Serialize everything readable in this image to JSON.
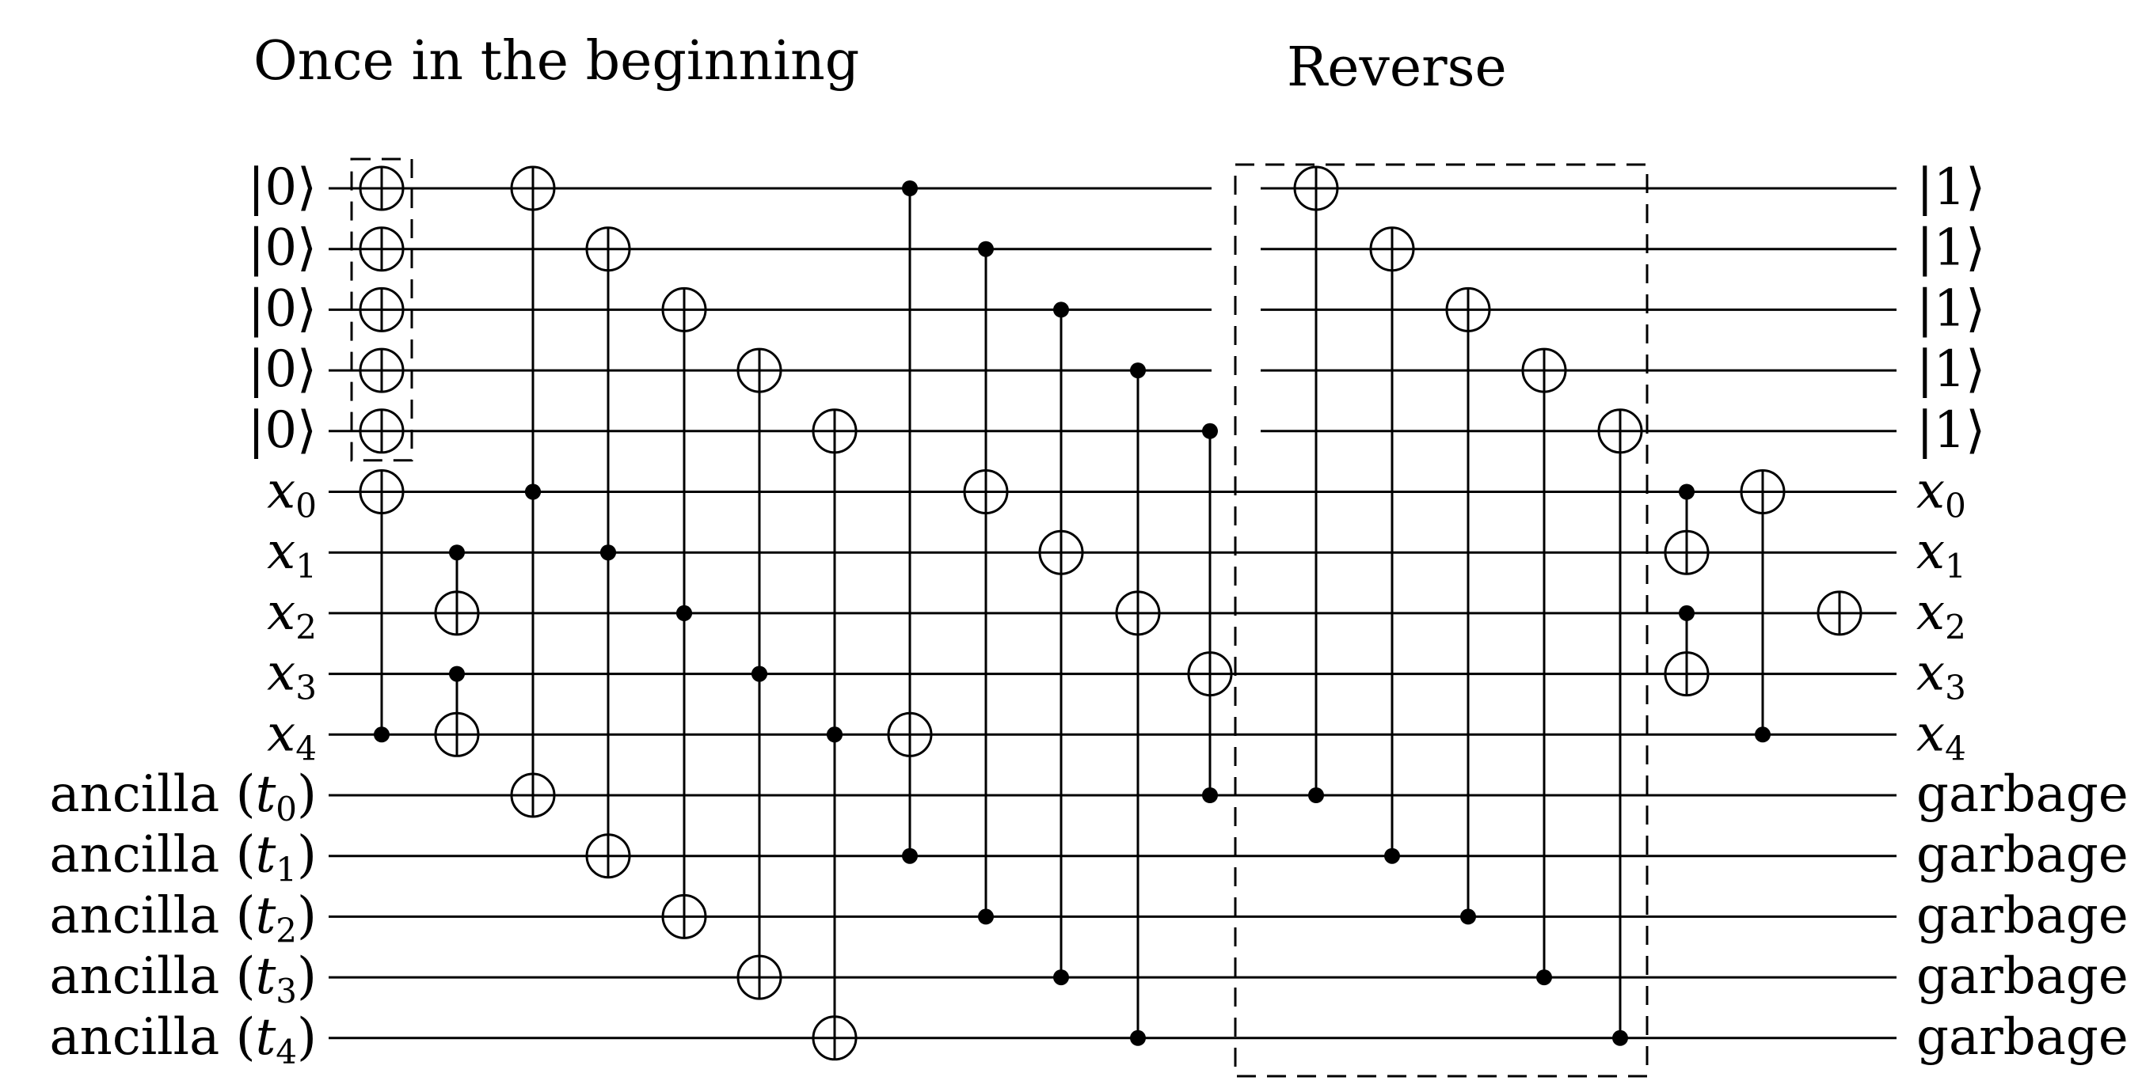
{
  "diagram": {
    "headings": {
      "left": "Once in the beginning",
      "right": "Reverse"
    },
    "wires": [
      {
        "input": {
          "label": "|0⟩",
          "kind": "ket"
        },
        "output": {
          "label": "|1⟩",
          "kind": "ket"
        }
      },
      {
        "input": {
          "label": "|0⟩",
          "kind": "ket"
        },
        "output": {
          "label": "|1⟩",
          "kind": "ket"
        }
      },
      {
        "input": {
          "label": "|0⟩",
          "kind": "ket"
        },
        "output": {
          "label": "|1⟩",
          "kind": "ket"
        }
      },
      {
        "input": {
          "label": "|0⟩",
          "kind": "ket"
        },
        "output": {
          "label": "|1⟩",
          "kind": "ket"
        }
      },
      {
        "input": {
          "label": "|0⟩",
          "kind": "ket"
        },
        "output": {
          "label": "|1⟩",
          "kind": "ket"
        }
      },
      {
        "input": {
          "label": "x0",
          "kind": "var",
          "base": "x",
          "sub": "0"
        },
        "output": {
          "label": "x0",
          "kind": "var",
          "base": "x",
          "sub": "0"
        }
      },
      {
        "input": {
          "label": "x1",
          "kind": "var",
          "base": "x",
          "sub": "1"
        },
        "output": {
          "label": "x1",
          "kind": "var",
          "base": "x",
          "sub": "1"
        }
      },
      {
        "input": {
          "label": "x2",
          "kind": "var",
          "base": "x",
          "sub": "2"
        },
        "output": {
          "label": "x2",
          "kind": "var",
          "base": "x",
          "sub": "2"
        }
      },
      {
        "input": {
          "label": "x3",
          "kind": "var",
          "base": "x",
          "sub": "3"
        },
        "output": {
          "label": "x3",
          "kind": "var",
          "base": "x",
          "sub": "3"
        }
      },
      {
        "input": {
          "label": "x4",
          "kind": "var",
          "base": "x",
          "sub": "4"
        },
        "output": {
          "label": "x4",
          "kind": "var",
          "base": "x",
          "sub": "4"
        }
      },
      {
        "input": {
          "label": "ancilla (t0)",
          "kind": "ancilla",
          "base": "t",
          "sub": "0"
        },
        "output": {
          "label": "garbage",
          "kind": "text"
        }
      },
      {
        "input": {
          "label": "ancilla (t1)",
          "kind": "ancilla",
          "base": "t",
          "sub": "1"
        },
        "output": {
          "label": "garbage",
          "kind": "text"
        }
      },
      {
        "input": {
          "label": "ancilla (t2)",
          "kind": "ancilla",
          "base": "t",
          "sub": "2"
        },
        "output": {
          "label": "garbage",
          "kind": "text"
        }
      },
      {
        "input": {
          "label": "ancilla (t3)",
          "kind": "ancilla",
          "base": "t",
          "sub": "3"
        },
        "output": {
          "label": "garbage",
          "kind": "text"
        }
      },
      {
        "input": {
          "label": "ancilla (t4)",
          "kind": "ancilla",
          "base": "t",
          "sub": "4"
        },
        "output": {
          "label": "garbage",
          "kind": "text"
        }
      }
    ],
    "gates": [
      {
        "step": 0,
        "controls": [],
        "target": 0
      },
      {
        "step": 0,
        "controls": [],
        "target": 1
      },
      {
        "step": 0,
        "controls": [],
        "target": 2
      },
      {
        "step": 0,
        "controls": [],
        "target": 3
      },
      {
        "step": 0,
        "controls": [],
        "target": 4
      },
      {
        "step": 0,
        "controls": [
          9
        ],
        "target": 5
      },
      {
        "step": 1,
        "controls": [
          6
        ],
        "target": 7
      },
      {
        "step": 1,
        "controls": [
          8
        ],
        "target": 9
      },
      {
        "step": 2,
        "controls": [
          5
        ],
        "target": 0
      },
      {
        "step": 2,
        "controls": [
          5
        ],
        "target": 10
      },
      {
        "step": 3,
        "controls": [
          6
        ],
        "target": 1
      },
      {
        "step": 3,
        "controls": [
          6
        ],
        "target": 11
      },
      {
        "step": 4,
        "controls": [
          7
        ],
        "target": 2
      },
      {
        "step": 4,
        "controls": [
          7
        ],
        "target": 12
      },
      {
        "step": 5,
        "controls": [
          8
        ],
        "target": 3
      },
      {
        "step": 5,
        "controls": [
          8
        ],
        "target": 13
      },
      {
        "step": 6,
        "controls": [
          9
        ],
        "target": 4
      },
      {
        "step": 6,
        "controls": [
          9
        ],
        "target": 14
      },
      {
        "step": 7,
        "controls": [
          0,
          11
        ],
        "target": 9
      },
      {
        "step": 8,
        "controls": [
          1,
          12
        ],
        "target": 5
      },
      {
        "step": 9,
        "controls": [
          2,
          13
        ],
        "target": 6
      },
      {
        "step": 10,
        "controls": [
          3,
          14
        ],
        "target": 7
      },
      {
        "step": 11,
        "controls": [
          4,
          10
        ],
        "target": 8
      },
      {
        "step": 12,
        "controls": [
          10
        ],
        "target": 0
      },
      {
        "step": 13,
        "controls": [
          11
        ],
        "target": 1
      },
      {
        "step": 14,
        "controls": [
          12
        ],
        "target": 2
      },
      {
        "step": 15,
        "controls": [
          13
        ],
        "target": 3
      },
      {
        "step": 16,
        "controls": [
          14
        ],
        "target": 4
      },
      {
        "step": 17,
        "controls": [
          5
        ],
        "target": 6
      },
      {
        "step": 17,
        "controls": [
          7
        ],
        "target": 8
      },
      {
        "step": 18,
        "controls": [
          9
        ],
        "target": 5
      },
      {
        "step": 19,
        "controls": [],
        "target": 7
      }
    ],
    "boxes": [
      {
        "name": "initial-not-box",
        "from_step": 0,
        "to_step": 0,
        "wires": [
          0,
          4
        ]
      },
      {
        "name": "reverse-box",
        "from_step": 12,
        "to_step": 16,
        "wires": [
          0,
          14
        ]
      }
    ]
  }
}
